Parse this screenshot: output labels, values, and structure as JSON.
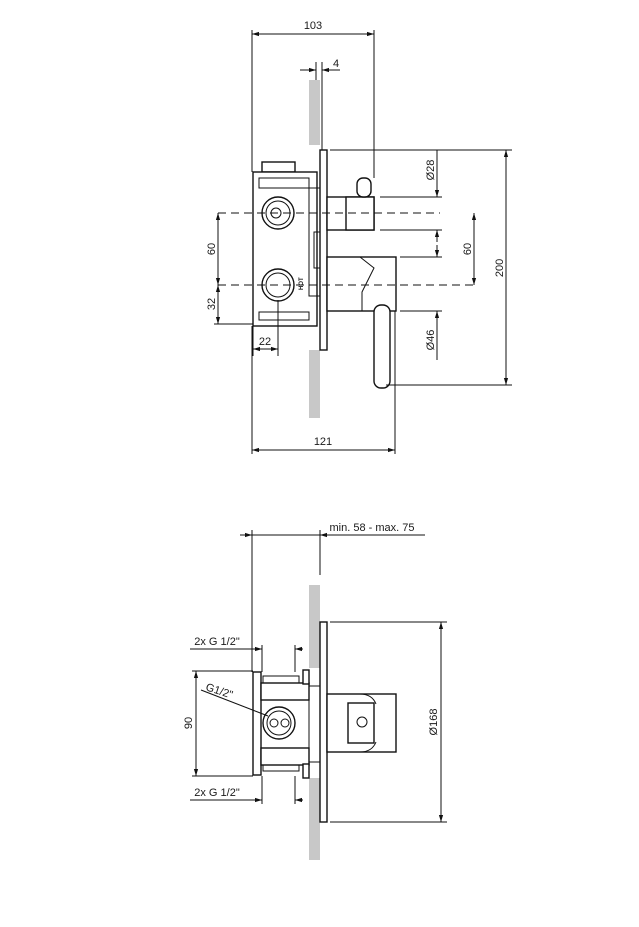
{
  "top_view": {
    "dims": {
      "depth_total": "103",
      "plate_thickness": "4",
      "spacing_left": "60",
      "bottom_offset": "32",
      "inlet_offset": "22",
      "dia_small": "Ø28",
      "spacing_right": "60",
      "height_total": "200",
      "dia_large": "Ø46",
      "depth_with_lever": "121"
    },
    "marking": "HOT"
  },
  "side_view": {
    "dims": {
      "install_depth": "min. 58 - max. 75",
      "connection_top": "2x G 1/2\"",
      "box_height": "90",
      "inlet_thread": "G1/2\"",
      "connection_bottom": "2x G 1/2\"",
      "plate_diameter": "Ø168"
    }
  },
  "colors": {
    "line": "#111111",
    "wall": "#c8c8c8"
  }
}
